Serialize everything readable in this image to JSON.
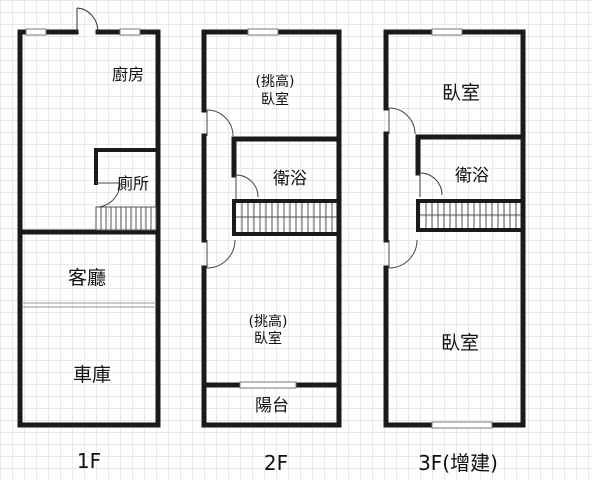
{
  "floors": [
    {
      "label": "1F",
      "rooms": {
        "kitchen": "廚房",
        "toilet": "廁所",
        "living": "客廳",
        "garage": "車庫"
      }
    },
    {
      "label": "2F",
      "rooms": {
        "bedroom_top_note": "(挑高)",
        "bedroom_top": "臥室",
        "bath": "衛浴",
        "bedroom_bottom_note": "(挑高)",
        "bedroom_bottom": "臥室",
        "balcony": "陽台"
      }
    },
    {
      "label": "3F(增建)",
      "rooms": {
        "bedroom_top": "臥室",
        "bath": "衛浴",
        "bedroom_bottom": "臥室"
      }
    }
  ]
}
